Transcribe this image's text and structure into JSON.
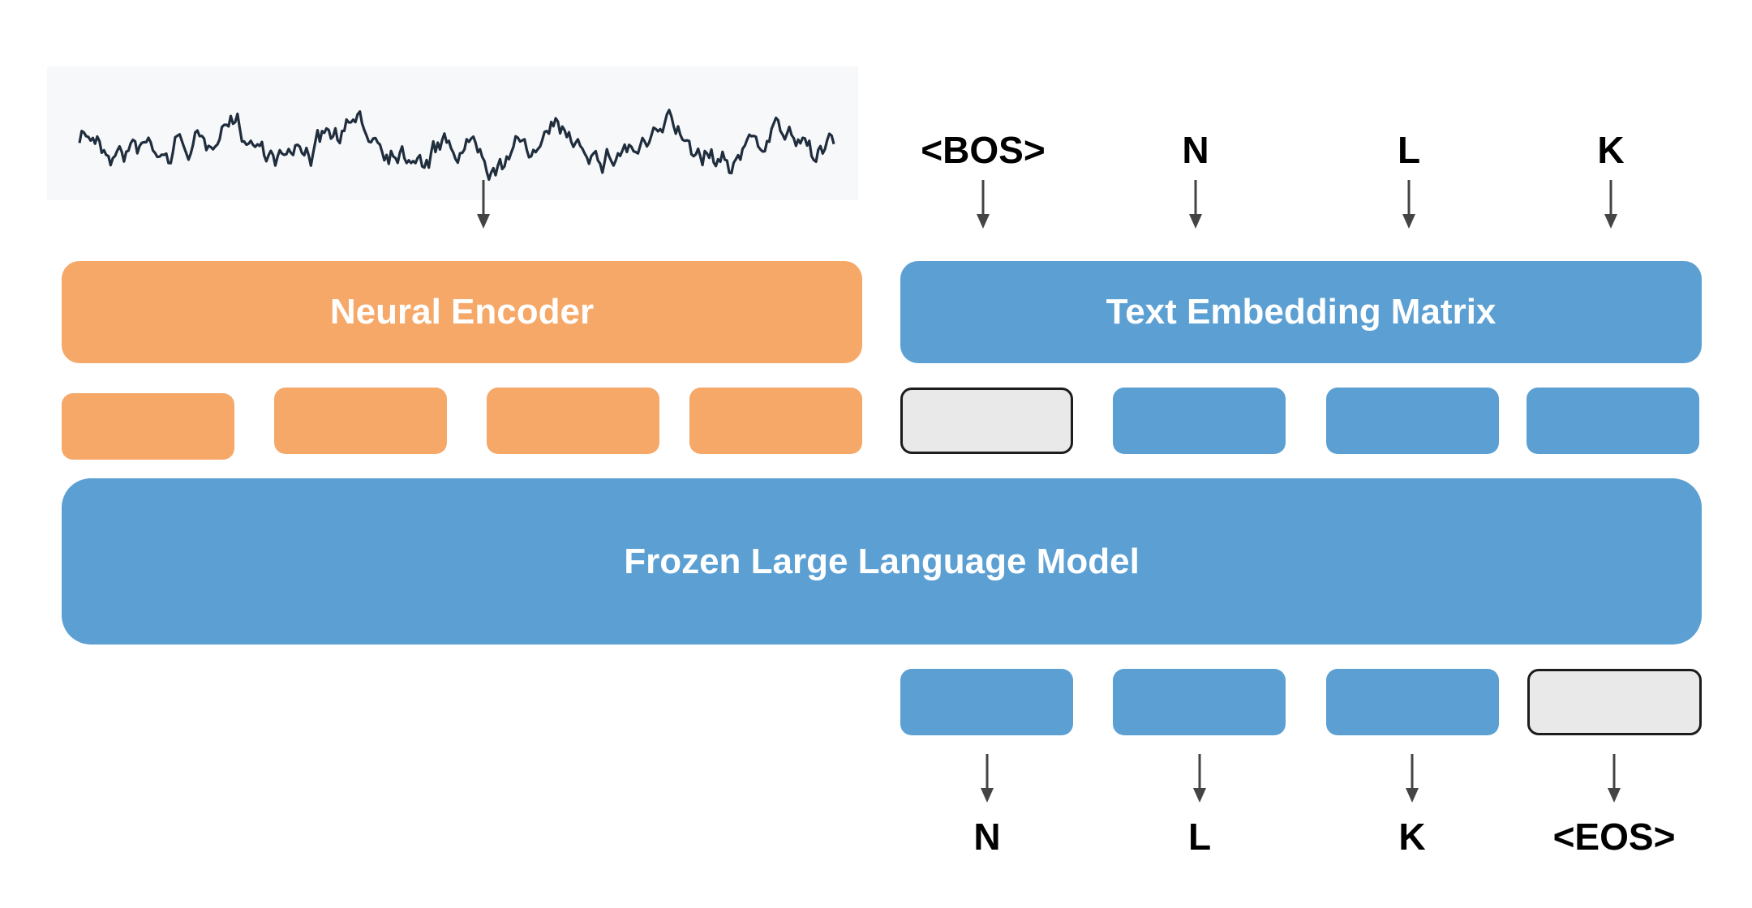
{
  "diagram": {
    "encoder_label": "Neural Encoder",
    "embedding_label": "Text Embedding Matrix",
    "llm_label": "Frozen Large Language Model",
    "input_tokens": [
      "<BOS>",
      "N",
      "L",
      "K"
    ],
    "output_tokens": [
      "N",
      "L",
      "K",
      "<EOS>"
    ]
  },
  "colors": {
    "encoder": "#F6A869",
    "model": "#5CA0D3",
    "special_token": "#E9E9E9",
    "signal": "#1f2d3d"
  }
}
